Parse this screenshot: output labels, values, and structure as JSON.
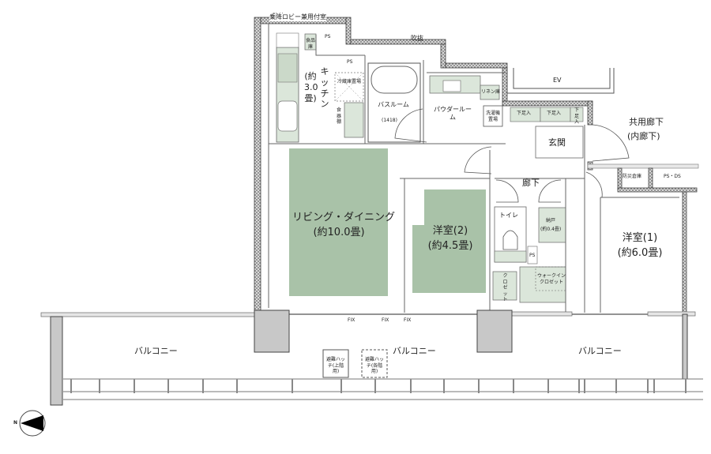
{
  "plan": {
    "title_note": "乗降ロビー兼用付室",
    "colors": {
      "room_fill": "#a9c2a8",
      "fixture_fill": "#dbe6da",
      "wall_gray": "#c8c8c8",
      "wall_hatch": "#6e6e6e",
      "line": "#555555"
    },
    "labels": {
      "fukinuke": "吹抜",
      "ev": "EV",
      "ps_top1": "PS",
      "ps_top2": "PS",
      "shokuhinko": "食品庫",
      "kitchen_name": "キッチン",
      "kitchen_size": "(約3.0畳)",
      "fridge": "冷蔵庫置場",
      "shokkidana": "食器棚",
      "bath_name": "バスルーム",
      "bath_size": "(1418)",
      "powder_name": "パウダールーム",
      "linen": "リネン庫",
      "washer": "洗濯機置場",
      "shoebox1": "下足入",
      "shoebox2": "下足入",
      "shoebox3": "下足入",
      "genkan": "玄関",
      "common_corridor": "共用廊下",
      "common_corridor_sub": "(内廊下)",
      "bousai": "防災倉庫",
      "ps_ds": "PS・DS",
      "rouka": "廊下",
      "toilet": "トイレ",
      "nando_name": "納戸",
      "nando_size": "(約0.4畳)",
      "ps_mid": "PS",
      "wic": "ウォークインクロゼット",
      "closet": "クロゼット",
      "living_name": "リビング・ダイニング",
      "living_size": "(約10.0畳)",
      "room2_name": "洋室(2)",
      "room2_size": "(約4.5畳)",
      "room1_name": "洋室(1)",
      "room1_size": "(約6.0畳)",
      "fix1": "FIX",
      "fix2": "FIX",
      "fix3": "FIX",
      "balcony1": "バルコニー",
      "balcony2": "バルコニー",
      "balcony3": "バルコニー",
      "hatch1": "避難ハッチ(上階用)",
      "hatch2": "避難ハッチ(各階用)",
      "compass": "N"
    }
  }
}
